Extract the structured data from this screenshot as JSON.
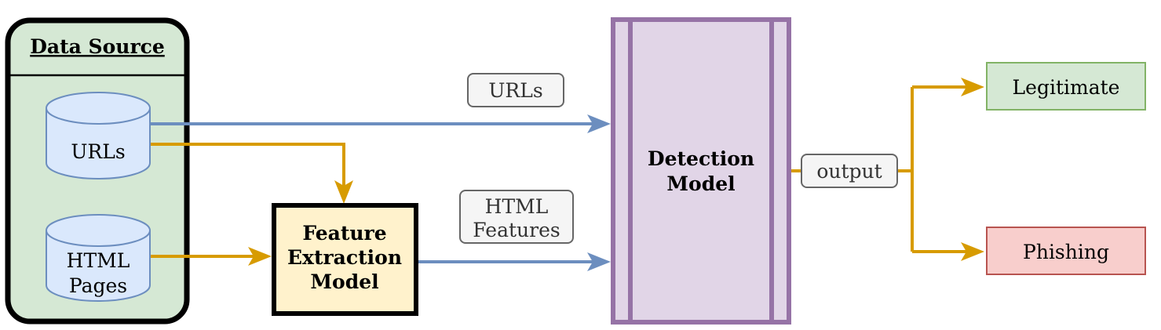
{
  "data_source": {
    "title": "Data Source",
    "db_urls": "URLs",
    "db_html_line1": "HTML",
    "db_html_line2": "Pages"
  },
  "feature_extraction": {
    "line1": "Feature",
    "line2": "Extraction",
    "line3": "Model"
  },
  "detection": {
    "line1": "Detection",
    "line2": "Model"
  },
  "edge_labels": {
    "urls": "URLs",
    "html_line1": "HTML",
    "html_line2": "Features",
    "output": "output"
  },
  "outputs": {
    "legitimate": "Legitimate",
    "phishing": "Phishing"
  },
  "colors": {
    "source_fill": "#d5e8d4",
    "db_fill": "#dae8fc",
    "db_stroke": "#6c8ebf",
    "feature_fill": "#fff2cc",
    "detection_fill": "#e1d5e7",
    "detection_stroke": "#9673a6",
    "blue_arrow": "#6c8ebf",
    "orange_arrow": "#d79b00",
    "legit_fill": "#d5e8d4",
    "legit_stroke": "#82b366",
    "phish_fill": "#f8cecc",
    "phish_stroke": "#b85450",
    "label_fill": "#f5f5f5",
    "label_stroke": "#666666"
  }
}
